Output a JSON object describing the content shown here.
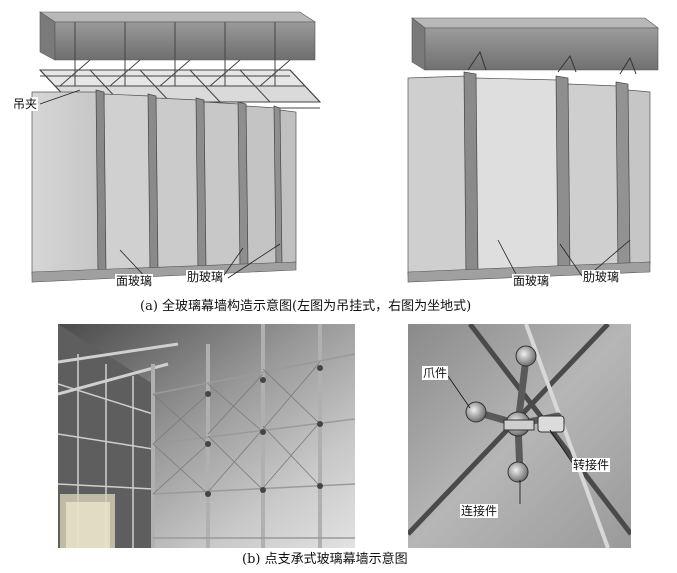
{
  "diagram_a": {
    "left": {
      "clip_label": "吊夹",
      "face_glass_label": "面玻璃",
      "rib_glass_label": "肋玻璃"
    },
    "right": {
      "face_glass_label": "面玻璃",
      "rib_glass_label": "肋玻璃"
    },
    "caption": "(a) 全玻璃幕墙构造示意图(左图为吊挂式，右图为坐地式)"
  },
  "diagram_b": {
    "right": {
      "claw_label": "爪件",
      "adapter_label": "转接件",
      "connector_label": "连接件"
    },
    "caption": "(b) 点支承式玻璃幕墙示意图"
  }
}
